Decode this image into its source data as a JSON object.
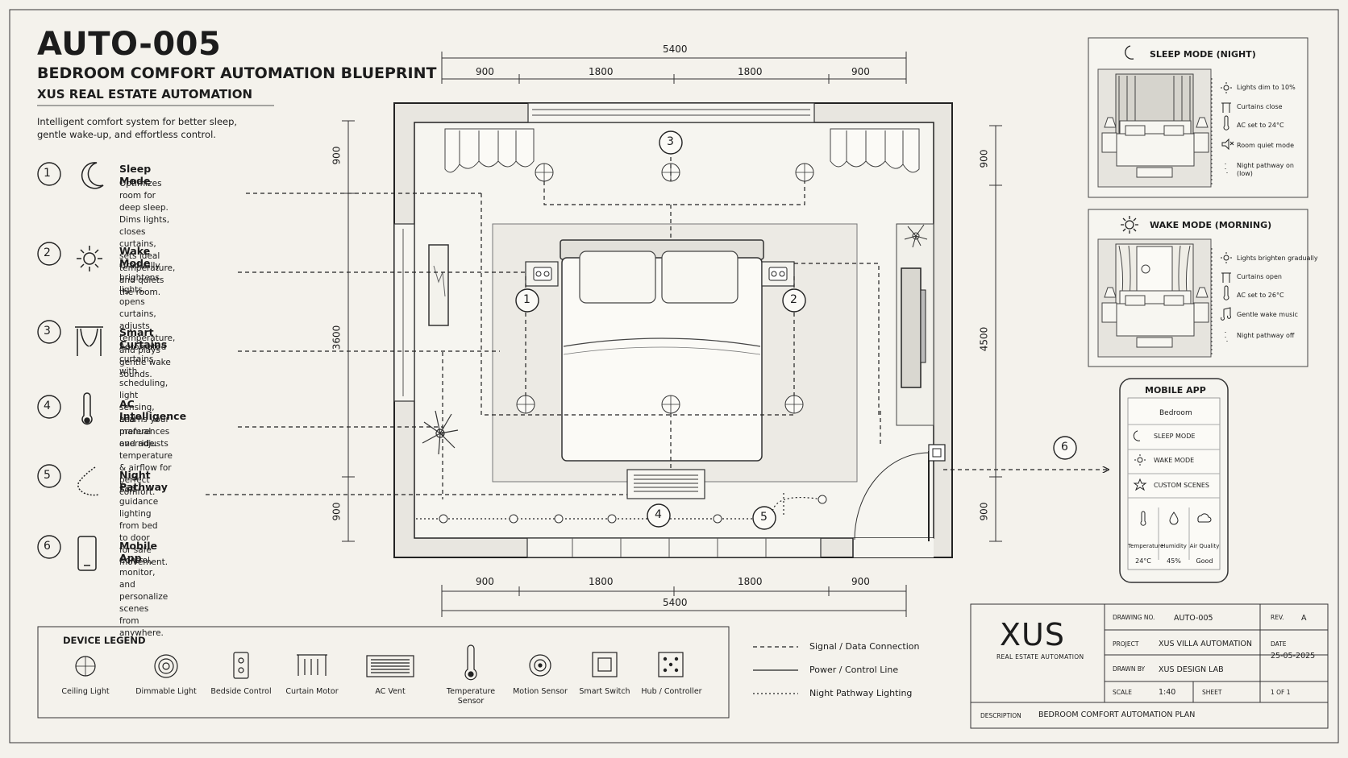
{
  "header": {
    "code": "AUTO-005",
    "title": "BEDROOM COMFORT AUTOMATION BLUEPRINT",
    "company": "XUS REAL ESTATE AUTOMATION",
    "intro": [
      "Intelligent comfort system for better sleep,",
      "gentle wake-up, and effortless control."
    ]
  },
  "features": [
    {
      "num": "1",
      "title": "Sleep Mode",
      "desc": "Optimizes room for deep sleep.\nDims lights, closes curtains,\nsets ideal temperature,\nand quiets the room.",
      "icon": "moon-icon"
    },
    {
      "num": "2",
      "title": "Wake Mode",
      "desc": "Gradually brightens lights,\nopens curtains, adjusts\ntemperature, and plays\ngentle wake sounds.",
      "icon": "sun-icon"
    },
    {
      "num": "3",
      "title": "Smart Curtains",
      "desc": "Automated curtains with\nscheduling, light sensing,\nand manual override.",
      "icon": "curtain-icon"
    },
    {
      "num": "4",
      "title": "AC Intelligence",
      "desc": "Learns your preferences\nand adjusts temperature\n& airflow for perfect comfort.",
      "icon": "thermometer-icon"
    },
    {
      "num": "5",
      "title": "Night Pathway",
      "desc": "Soft guidance lighting\nfrom bed to door\nfor safe movement.",
      "icon": "pathway-icon"
    },
    {
      "num": "6",
      "title": "Mobile App",
      "desc": "Control, monitor, and\npersonalize scenes\nfrom anywhere.",
      "icon": "phone-icon"
    }
  ],
  "dimensions": {
    "top_total": "5400",
    "top_segments": [
      "900",
      "1800",
      "1800",
      "900"
    ],
    "bottom_total": "5400",
    "bottom_segments": [
      "900",
      "1800",
      "1800",
      "900"
    ],
    "left": [
      "900",
      "3600",
      "900"
    ],
    "right": [
      "900",
      "4500",
      "900"
    ]
  },
  "plan_markers": [
    "1",
    "2",
    "3",
    "4",
    "5",
    "6"
  ],
  "legend": {
    "title": "DEVICE LEGEND",
    "items": [
      {
        "label": "Ceiling Light",
        "icon": "ceiling-light-icon"
      },
      {
        "label": "Dimmable Light",
        "icon": "dimmable-light-icon"
      },
      {
        "label": "Bedside Control",
        "icon": "bedside-control-icon"
      },
      {
        "label": "Curtain Motor",
        "icon": "curtain-motor-icon"
      },
      {
        "label": "AC Vent",
        "icon": "ac-vent-icon"
      },
      {
        "label": "Temperature\nSensor",
        "icon": "temperature-sensor-icon"
      },
      {
        "label": "Motion Sensor",
        "icon": "motion-sensor-icon"
      },
      {
        "label": "Smart Switch",
        "icon": "smart-switch-icon"
      },
      {
        "label": "Hub / Controller",
        "icon": "hub-controller-icon"
      }
    ]
  },
  "line_types": [
    "Signal / Data Connection",
    "Power / Control Line",
    "Night Pathway Lighting"
  ],
  "sleep_panel": {
    "title": "SLEEP MODE (NIGHT)",
    "items": [
      "Lights dim to 10%",
      "Curtains close",
      "AC set to 24°C",
      "Room quiet mode",
      "Night pathway on\n(low)"
    ]
  },
  "wake_panel": {
    "title": "WAKE MODE (MORNING)",
    "items": [
      "Lights brighten gradually",
      "Curtains open",
      "AC set to 26°C",
      "Gentle wake music",
      "Night pathway off"
    ]
  },
  "mobile_app": {
    "title": "MOBILE APP",
    "room": "Bedroom",
    "items": [
      "SLEEP MODE",
      "WAKE MODE",
      "CUSTOM SCENES"
    ],
    "sensors": [
      {
        "label": "Temperature",
        "value": "24°C"
      },
      {
        "label": "Humidity",
        "value": "45%"
      },
      {
        "label": "Air Quality",
        "value": "Good"
      }
    ]
  },
  "title_block": {
    "brand": "XUS",
    "brand_sub": "REAL ESTATE AUTOMATION",
    "drawing_no_label": "DRAWING NO.",
    "drawing_no": "AUTO-005",
    "rev_label": "REV.",
    "rev": "A",
    "project_label": "PROJECT",
    "project": "XUS VILLA AUTOMATION",
    "date_label": "DATE",
    "date": "25-05-2025",
    "drawn_by_label": "DRAWN BY",
    "drawn_by": "XUS DESIGN LAB",
    "scale_label": "SCALE",
    "scale": "1:40",
    "sheet_label": "SHEET",
    "sheet": "1 OF 1",
    "description_label": "DESCRIPTION",
    "description": "BEDROOM COMFORT AUTOMATION PLAN"
  }
}
